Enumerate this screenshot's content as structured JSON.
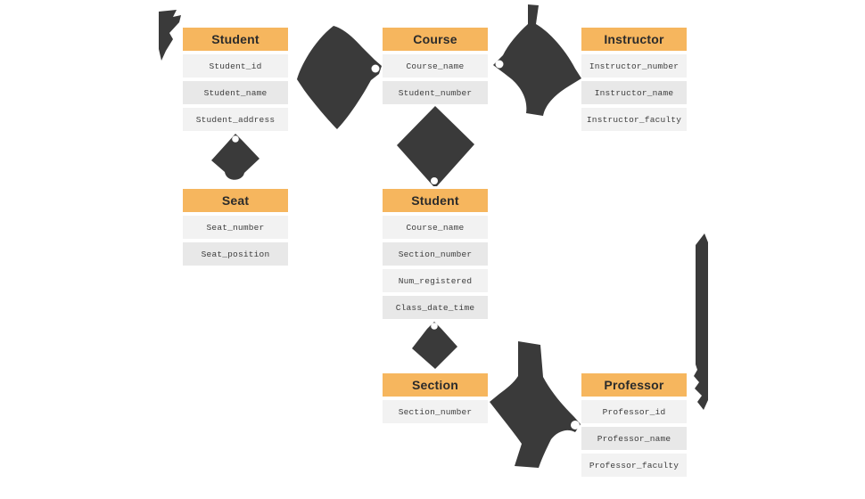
{
  "diagram": {
    "type": "entity-relationship-diagram",
    "background": "#ffffff",
    "colors": {
      "entity_header_bg": "#f6b65e",
      "entity_header_text": "#2b2b2b",
      "attribute_row_bg_odd": "#f2f2f2",
      "attribute_row_bg_even": "#e8e8e8",
      "attribute_text": "#3d3d3d",
      "relationship_shape_fill": "#3a3a3a",
      "connector_dot_fill": "#ffffff"
    },
    "entities": [
      {
        "title": "Student",
        "attributes": [
          "Student_id",
          "Student_name",
          "Student_address"
        ]
      },
      {
        "title": "Course",
        "attributes": [
          "Course_name",
          "Student_number"
        ]
      },
      {
        "title": "Instructor",
        "attributes": [
          "Instructor_number",
          "Instructor_name",
          "Instructor_faculty"
        ]
      },
      {
        "title": "Seat",
        "attributes": [
          "Seat_number",
          "Seat_position"
        ]
      },
      {
        "title": "Student",
        "attributes": [
          "Course_name",
          "Section_number",
          "Num_registered",
          "Class_date_time"
        ]
      },
      {
        "title": "Section",
        "attributes": [
          "Section_number"
        ]
      },
      {
        "title": "Professor",
        "attributes": [
          "Professor_id",
          "Professor_name",
          "Professor_faculty"
        ]
      }
    ],
    "relationship_shapes": [
      {
        "name": "blob-top-left-clipped",
        "connector_dot": null
      },
      {
        "name": "diamond-student-course",
        "connector_dot": "right-point"
      },
      {
        "name": "diamond-course-instructor",
        "connector_dot": "left-point"
      },
      {
        "name": "diamond-student-seat",
        "connector_dot": "top-point"
      },
      {
        "name": "diamond-course-student",
        "connector_dot": "bottom-point"
      },
      {
        "name": "diamond-student-section",
        "connector_dot": "top-point"
      },
      {
        "name": "blob-section-professor",
        "connector_dot": "right-point"
      },
      {
        "name": "bar-right-edge",
        "connector_dot": null
      }
    ]
  }
}
